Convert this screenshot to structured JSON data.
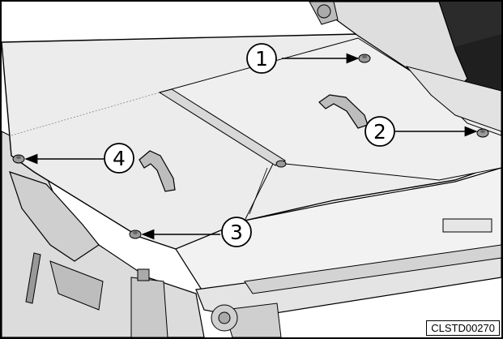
{
  "callouts": {
    "c1": "1",
    "c2": "2",
    "c3": "3",
    "c4": "4"
  },
  "image_code": "CLSTD00270",
  "colors": {
    "panel": "#ececec",
    "frame_dark": "#d6d6d6",
    "background_dark": "#2a2a2a",
    "line": "#000000"
  }
}
